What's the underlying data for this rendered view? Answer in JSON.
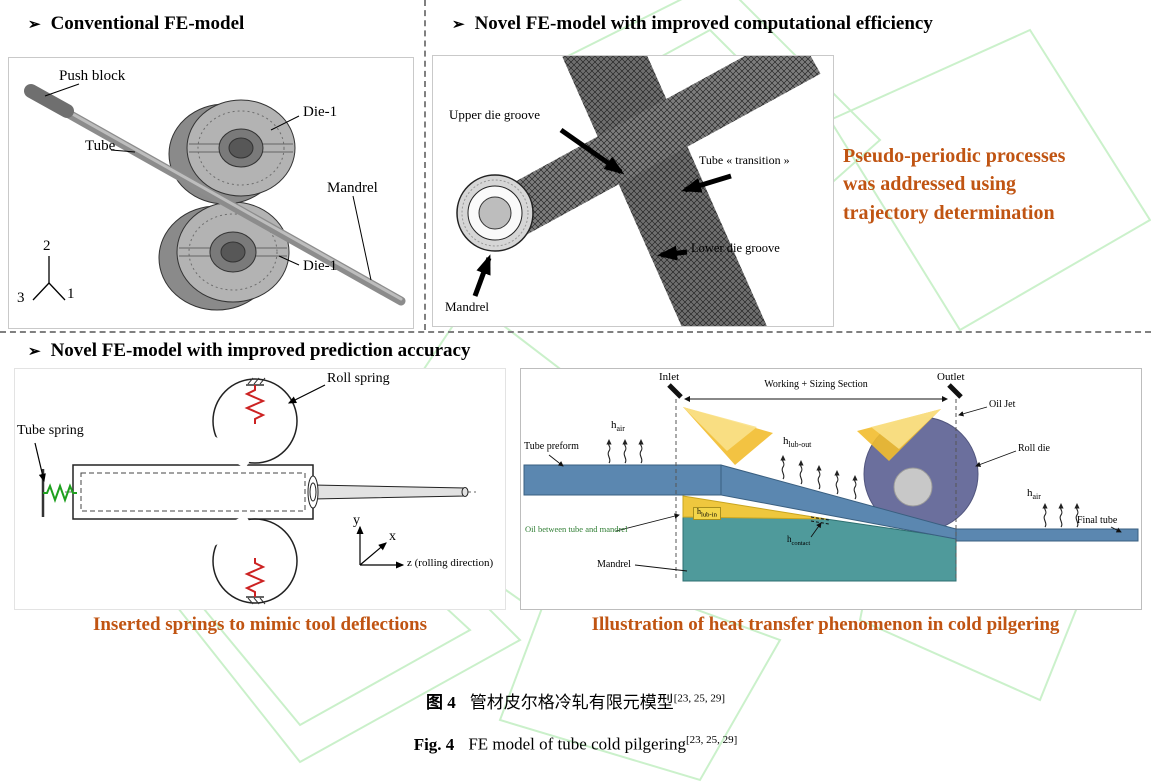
{
  "colors": {
    "accent_orange": "#C05412",
    "watermark_green": "#8BE08B",
    "tube_blue": "#5B87B0",
    "mandrel_teal": "#4F9A9B",
    "oil_yellow": "#EFC73E",
    "roll_die_purple": "#6B6F9D",
    "spring_red": "#CC2222",
    "spring_green": "#1FA01F"
  },
  "sections": {
    "conventional": {
      "bullet": "➢",
      "heading": "Conventional FE-model",
      "labels": {
        "push_block": "Push block",
        "tube": "Tube",
        "die_top": "Die-1",
        "mandrel": "Mandrel",
        "die_bottom": "Die-1",
        "axis_2": "2",
        "axis_3": "3",
        "axis_1": "1"
      }
    },
    "efficiency": {
      "bullet": "➢",
      "heading": "Novel FE-model with improved computational efficiency",
      "labels": {
        "upper_die_groove": "Upper die groove",
        "tube_transition": "Tube « transition »",
        "lower_die_groove": "Lower die groove",
        "mandrel": "Mandrel"
      },
      "note_lines": [
        "Pseudo-periodic processes",
        "was addressed using",
        "trajectory determination"
      ]
    },
    "accuracy": {
      "bullet": "➢",
      "heading": "Novel FE-model with improved prediction accuracy"
    },
    "springs": {
      "labels": {
        "roll_spring": "Roll spring",
        "tube_spring": "Tube spring",
        "axis_y": "y",
        "axis_x": "x",
        "axis_z": "z (rolling direction)"
      },
      "caption": "Inserted springs to mimic tool deflections"
    },
    "heat": {
      "labels": {
        "inlet": "Inlet",
        "outlet": "Outlet",
        "working_sizing": "Working + Sizing Section",
        "oil_jet": "Oil Jet",
        "roll_die": "Roll die",
        "tube_preform": "Tube preform",
        "h": "h",
        "sub_air": "air",
        "sub_lub_out": "lub-out",
        "sub_lub_in": "lub-in",
        "sub_contact": "contact",
        "oil_between": "Oil between tube and mandrel",
        "mandrel": "Mandrel",
        "final_tube": "Final tube"
      },
      "caption": "Illustration of heat transfer phenomenon in cold pilgering"
    }
  },
  "figure": {
    "zh_label": "图 4",
    "zh_title": "管材皮尔格冷轧有限元模型",
    "zh_ref": "[23, 25, 29]",
    "en_label": "Fig. 4",
    "en_title": "FE model of tube cold pilgering",
    "en_ref": "[23, 25, 29]"
  }
}
